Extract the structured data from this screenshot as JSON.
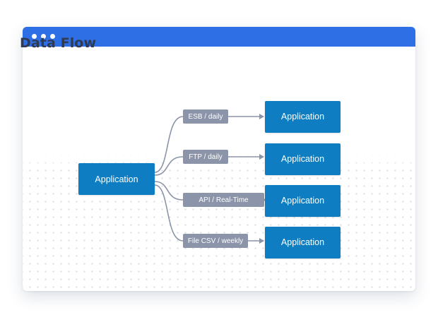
{
  "title": "Data Flow",
  "source": {
    "label": "Application"
  },
  "flows": [
    {
      "channel": "ESB / daily",
      "target": "Application"
    },
    {
      "channel": "FTP / daily",
      "target": "Application"
    },
    {
      "channel": "API / Real-Time",
      "target": "Application"
    },
    {
      "channel": "File CSV / weekly",
      "target": "Application"
    }
  ],
  "colors": {
    "titlebar": "#2f6fe6",
    "application_box": "#0f7dc2",
    "channel_label": "#8b94a8",
    "connector": "#8b94a8"
  }
}
